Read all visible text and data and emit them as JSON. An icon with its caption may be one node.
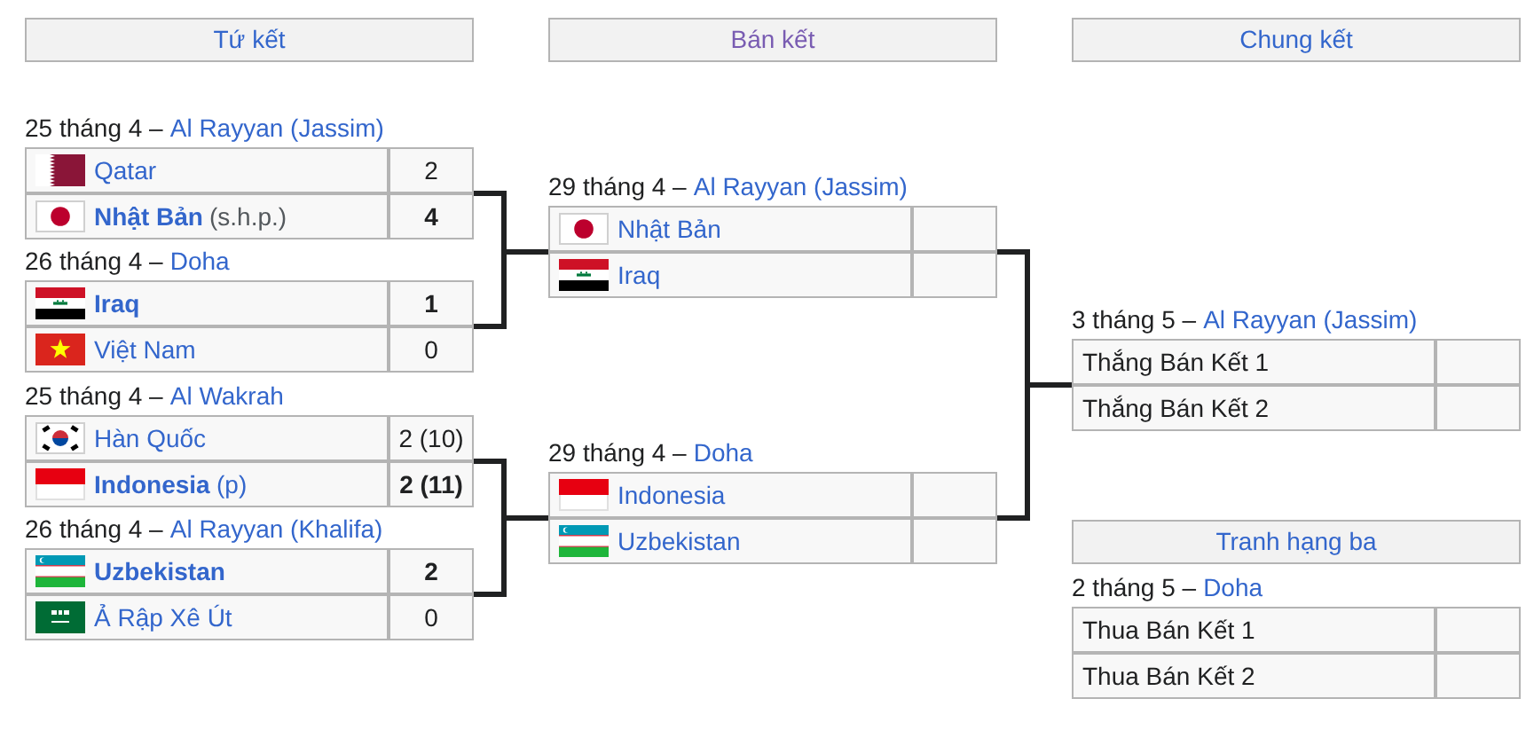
{
  "diagram": {
    "nodes": [
      {
        "text": [
          "Tứ kết"
        ]
      },
      {
        "text": [
          "Bán kết"
        ]
      },
      {
        "text": [
          "Chung kết"
        ]
      },
      {
        "text": [
          "25 tháng 4 –",
          "Al Rayyan (Jassim)"
        ]
      },
      {
        "text": [
          "Qatar",
          "2"
        ],
        "in": 3
      },
      {
        "text": [
          "Nhật Bản",
          "(s.h.p.)",
          "4"
        ],
        "in": 3
      },
      {
        "text": [
          "26 tháng 4 –",
          "Doha"
        ]
      },
      {
        "text": [
          "Iraq",
          "1"
        ],
        "in": 6
      },
      {
        "text": [
          "Việt Nam",
          "0"
        ],
        "in": 6
      },
      {
        "text": [
          "25 tháng 4 –",
          "Al Wakrah"
        ]
      },
      {
        "text": [
          "Hàn Quốc",
          "2 (10)"
        ],
        "in": 9
      },
      {
        "text": [
          "Indonesia",
          "(p)",
          "2 (11)"
        ],
        "in": 9
      },
      {
        "text": [
          "26 tháng 4 –",
          "Al Rayyan (Khalifa)"
        ]
      },
      {
        "text": [
          "Uzbekistan",
          "2"
        ],
        "in": 12
      },
      {
        "text": [
          "Ả Rập Xê Út",
          "0"
        ],
        "in": 12
      },
      {
        "text": [
          "29 tháng 4 –",
          "Al Rayyan (Jassim)"
        ]
      },
      {
        "text": [
          "Nhật Bản"
        ],
        "in": 15
      },
      {
        "text": [
          "Iraq"
        ],
        "in": 15
      },
      {
        "text": [
          "29 tháng 4 –",
          "Doha"
        ]
      },
      {
        "text": [
          "Indonesia"
        ],
        "in": 18
      },
      {
        "text": [
          "Uzbekistan"
        ],
        "in": 18
      },
      {
        "text": [
          "3 tháng 5 –",
          "Al Rayyan (Jassim)"
        ]
      },
      {
        "text": [
          "Thắng Bán Kết 1"
        ],
        "in": 21
      },
      {
        "text": [
          "Thắng Bán Kết 2"
        ],
        "in": 21
      },
      {
        "text": [
          "Tranh hạng ba"
        ]
      },
      {
        "text": [
          "2 tháng 5 –",
          "Doha"
        ]
      },
      {
        "text": [
          "Thua Bán Kết 1"
        ],
        "in": 25
      },
      {
        "text": [
          "Thua Bán Kết 2"
        ],
        "in": 25
      }
    ],
    "edges": [
      {
        "from": 3,
        "to": 15,
        "arrow": "none"
      },
      {
        "from": 6,
        "to": 15,
        "arrow": "none"
      },
      {
        "from": 9,
        "to": 18,
        "arrow": "none"
      },
      {
        "from": 12,
        "to": 18,
        "arrow": "none"
      },
      {
        "from": 15,
        "to": 21,
        "arrow": "none"
      },
      {
        "from": 18,
        "to": 21,
        "arrow": "none"
      }
    ]
  }
}
